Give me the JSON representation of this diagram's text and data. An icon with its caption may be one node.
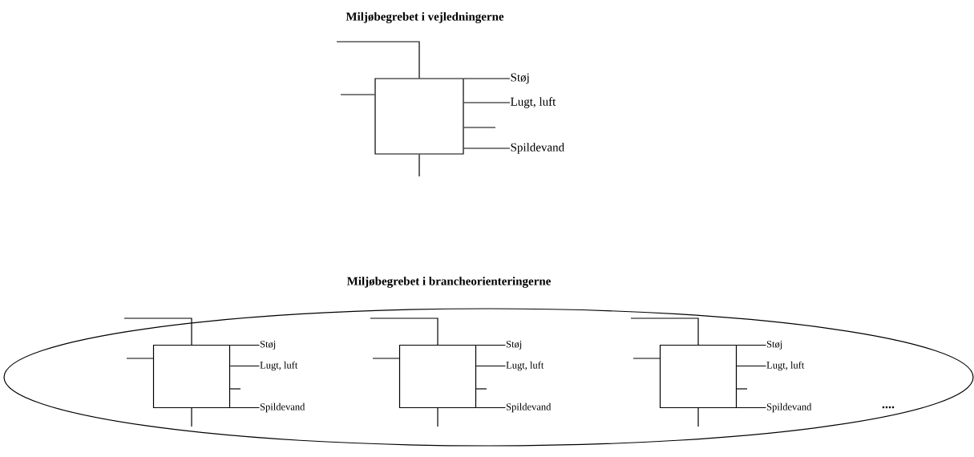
{
  "diagram": {
    "title": "Miljøbegrebet i vejledningerne",
    "nodes": [
      {
        "text": [],
        "shape": "box"
      },
      {
        "text": [
          "Støj"
        ]
      },
      {
        "text": [
          "Lugt, luft"
        ]
      },
      {
        "text": [
          "Spildevand"
        ]
      },
      {
        "text": [
          "Miljøbegrebet i brancheorienteringerne"
        ]
      },
      {
        "text": [],
        "shape": "box",
        "in": 4
      },
      {
        "text": [
          "Støj"
        ],
        "in": 4
      },
      {
        "text": [
          "Lugt, luft"
        ],
        "in": 4
      },
      {
        "text": [
          "Spildevand"
        ],
        "in": 4
      },
      {
        "text": [],
        "shape": "box",
        "in": 4
      },
      {
        "text": [
          "Støj"
        ],
        "in": 4
      },
      {
        "text": [
          "Lugt, luft"
        ],
        "in": 4
      },
      {
        "text": [
          "Spildevand"
        ],
        "in": 4
      },
      {
        "text": [],
        "shape": "box",
        "in": 4
      },
      {
        "text": [
          "Støj"
        ],
        "in": 4
      },
      {
        "text": [
          "Lugt, luft"
        ],
        "in": 4
      },
      {
        "text": [
          "Spildevand"
        ],
        "in": 4
      }
    ],
    "edges": [
      {
        "from": null,
        "to": 0,
        "arrow": "none"
      },
      {
        "from": null,
        "to": 0,
        "arrow": "none"
      },
      {
        "from": 0,
        "to": null,
        "arrow": "none"
      },
      {
        "from": 0,
        "to": 1,
        "arrow": "none"
      },
      {
        "from": 0,
        "to": 2,
        "arrow": "none"
      },
      {
        "from": 0,
        "to": null,
        "arrow": "none"
      },
      {
        "from": 0,
        "to": 3,
        "arrow": "none"
      },
      {
        "from": null,
        "to": 5,
        "arrow": "none"
      },
      {
        "from": null,
        "to": 5,
        "arrow": "none"
      },
      {
        "from": 5,
        "to": null,
        "arrow": "none"
      },
      {
        "from": 5,
        "to": 6,
        "arrow": "none"
      },
      {
        "from": 5,
        "to": 7,
        "arrow": "none"
      },
      {
        "from": 5,
        "to": null,
        "arrow": "none"
      },
      {
        "from": 5,
        "to": 8,
        "arrow": "none"
      },
      {
        "from": null,
        "to": 9,
        "arrow": "none"
      },
      {
        "from": null,
        "to": 9,
        "arrow": "none"
      },
      {
        "from": 9,
        "to": null,
        "arrow": "none"
      },
      {
        "from": 9,
        "to": 10,
        "arrow": "none"
      },
      {
        "from": 9,
        "to": 11,
        "arrow": "none"
      },
      {
        "from": 9,
        "to": null,
        "arrow": "none"
      },
      {
        "from": 9,
        "to": 12,
        "arrow": "none"
      },
      {
        "from": null,
        "to": 13,
        "arrow": "none"
      },
      {
        "from": null,
        "to": 13,
        "arrow": "none"
      },
      {
        "from": 13,
        "to": null,
        "arrow": "none"
      },
      {
        "from": 13,
        "to": 14,
        "arrow": "none"
      },
      {
        "from": 13,
        "to": 15,
        "arrow": "none"
      },
      {
        "from": 13,
        "to": null,
        "arrow": "none"
      },
      {
        "from": 13,
        "to": 16,
        "arrow": "none"
      }
    ],
    "labels": [
      "...."
    ]
  }
}
